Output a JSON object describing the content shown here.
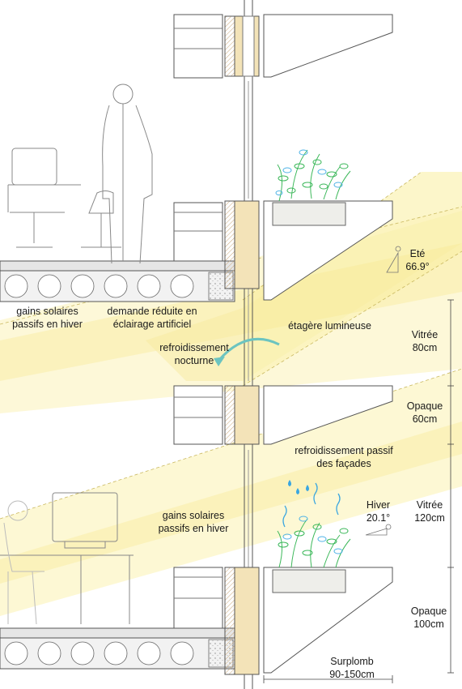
{
  "labels": {
    "solar_gain_top": [
      "gains solaires",
      "passifs en hiver"
    ],
    "reduced_lighting": [
      "demande réduite en",
      "éclairage artificiel"
    ],
    "light_shelf": "étagère lumineuse",
    "night_cooling": [
      "refroidissement",
      "nocturne"
    ],
    "summer": [
      "Eté",
      "66.9°"
    ],
    "glazed_80": [
      "Vitrée",
      "80cm"
    ],
    "opaque_60": [
      "Opaque",
      "60cm"
    ],
    "facade_cooling": [
      "refroidissement passif",
      "des façades"
    ],
    "winter": [
      "Hiver",
      "20.1°"
    ],
    "solar_gain_bottom": [
      "gains solaires",
      "passifs en hiver"
    ],
    "glazed_120": [
      "Vitrée",
      "120cm"
    ],
    "opaque_100": [
      "Opaque",
      "100cm"
    ],
    "overhang": [
      "Surplomb",
      "90-150cm"
    ]
  },
  "colors": {
    "sun_light": "#fbf3b8",
    "sun_mid": "#f8eb8e",
    "line": "#555555",
    "plant_green": "#3cb85a",
    "plant_blue": "#4fb3e6",
    "insulation": "#f3e3b8",
    "water": "#3aa6e0"
  }
}
